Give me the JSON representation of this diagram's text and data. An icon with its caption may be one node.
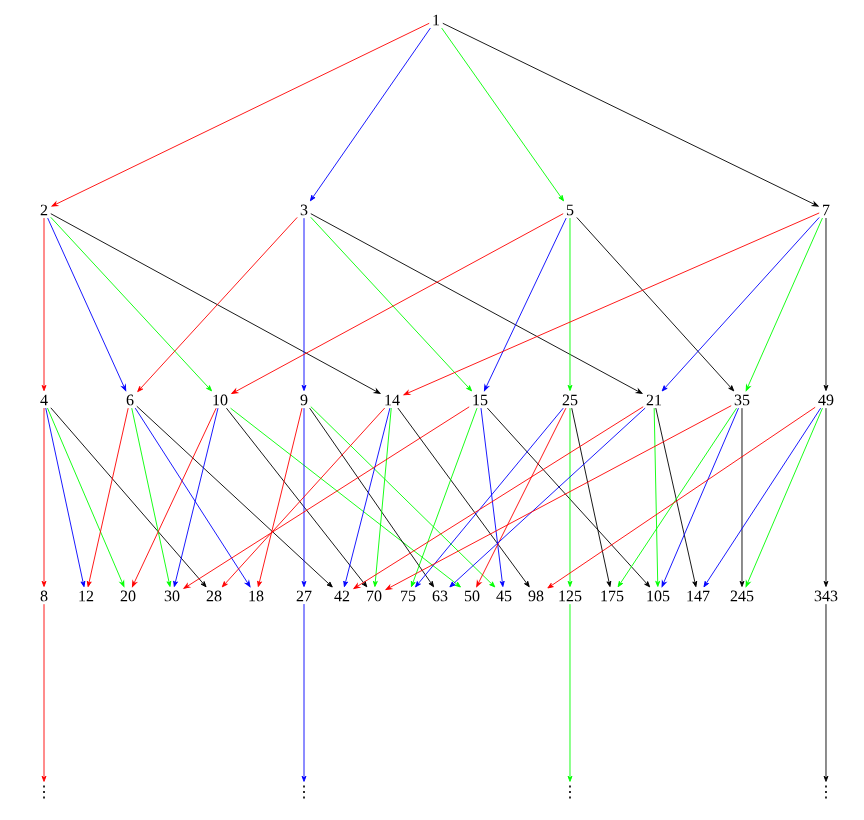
{
  "diagram": {
    "nodes": [
      {
        "text": [
          "1"
        ]
      },
      {
        "text": [
          "2"
        ]
      },
      {
        "text": [
          "3"
        ]
      },
      {
        "text": [
          "5"
        ]
      },
      {
        "text": [
          "7"
        ]
      },
      {
        "text": [
          "4"
        ]
      },
      {
        "text": [
          "6"
        ]
      },
      {
        "text": [
          "10"
        ]
      },
      {
        "text": [
          "9"
        ]
      },
      {
        "text": [
          "14"
        ]
      },
      {
        "text": [
          "15"
        ]
      },
      {
        "text": [
          "25"
        ]
      },
      {
        "text": [
          "21"
        ]
      },
      {
        "text": [
          "35"
        ]
      },
      {
        "text": [
          "49"
        ]
      },
      {
        "text": [
          "8"
        ]
      },
      {
        "text": [
          "12"
        ]
      },
      {
        "text": [
          "20"
        ]
      },
      {
        "text": [
          "30"
        ]
      },
      {
        "text": [
          "28"
        ]
      },
      {
        "text": [
          "18"
        ]
      },
      {
        "text": [
          "27"
        ]
      },
      {
        "text": [
          "42"
        ]
      },
      {
        "text": [
          "70"
        ]
      },
      {
        "text": [
          "75"
        ]
      },
      {
        "text": [
          "63"
        ]
      },
      {
        "text": [
          "50"
        ]
      },
      {
        "text": [
          "45"
        ]
      },
      {
        "text": [
          "98"
        ]
      },
      {
        "text": [
          "125"
        ]
      },
      {
        "text": [
          "175"
        ]
      },
      {
        "text": [
          "105"
        ]
      },
      {
        "text": [
          "147"
        ]
      },
      {
        "text": [
          "245"
        ]
      },
      {
        "text": [
          "343"
        ]
      },
      {
        "text": [
          "⋮"
        ]
      },
      {
        "text": [
          "⋮"
        ]
      },
      {
        "text": [
          "⋮"
        ]
      },
      {
        "text": [
          "⋮"
        ]
      }
    ],
    "edges": [
      {
        "from": 0,
        "to": 1,
        "arrow": "to",
        "color": "#ff0000"
      },
      {
        "from": 0,
        "to": 2,
        "arrow": "to",
        "color": "#0000ff"
      },
      {
        "from": 0,
        "to": 3,
        "arrow": "to",
        "color": "#00ff00"
      },
      {
        "from": 0,
        "to": 4,
        "arrow": "to",
        "color": "#000000"
      },
      {
        "from": 1,
        "to": 5,
        "arrow": "to",
        "color": "#ff0000"
      },
      {
        "from": 1,
        "to": 6,
        "arrow": "to",
        "color": "#0000ff"
      },
      {
        "from": 1,
        "to": 7,
        "arrow": "to",
        "color": "#00ff00"
      },
      {
        "from": 1,
        "to": 9,
        "arrow": "to",
        "color": "#000000"
      },
      {
        "from": 2,
        "to": 6,
        "arrow": "to",
        "color": "#ff0000"
      },
      {
        "from": 2,
        "to": 8,
        "arrow": "to",
        "color": "#0000ff"
      },
      {
        "from": 2,
        "to": 10,
        "arrow": "to",
        "color": "#00ff00"
      },
      {
        "from": 2,
        "to": 12,
        "arrow": "to",
        "color": "#000000"
      },
      {
        "from": 3,
        "to": 7,
        "arrow": "to",
        "color": "#ff0000"
      },
      {
        "from": 3,
        "to": 10,
        "arrow": "to",
        "color": "#0000ff"
      },
      {
        "from": 3,
        "to": 11,
        "arrow": "to",
        "color": "#00ff00"
      },
      {
        "from": 3,
        "to": 13,
        "arrow": "to",
        "color": "#000000"
      },
      {
        "from": 4,
        "to": 9,
        "arrow": "to",
        "color": "#ff0000"
      },
      {
        "from": 4,
        "to": 12,
        "arrow": "to",
        "color": "#0000ff"
      },
      {
        "from": 4,
        "to": 13,
        "arrow": "to",
        "color": "#00ff00"
      },
      {
        "from": 4,
        "to": 14,
        "arrow": "to",
        "color": "#000000"
      },
      {
        "from": 5,
        "to": 15,
        "arrow": "to",
        "color": "#ff0000"
      },
      {
        "from": 5,
        "to": 16,
        "arrow": "to",
        "color": "#0000ff"
      },
      {
        "from": 5,
        "to": 17,
        "arrow": "to",
        "color": "#00ff00"
      },
      {
        "from": 5,
        "to": 19,
        "arrow": "to",
        "color": "#000000"
      },
      {
        "from": 6,
        "to": 16,
        "arrow": "to",
        "color": "#ff0000"
      },
      {
        "from": 6,
        "to": 20,
        "arrow": "to",
        "color": "#0000ff"
      },
      {
        "from": 6,
        "to": 18,
        "arrow": "to",
        "color": "#00ff00"
      },
      {
        "from": 6,
        "to": 22,
        "arrow": "to",
        "color": "#000000"
      },
      {
        "from": 7,
        "to": 17,
        "arrow": "to",
        "color": "#ff0000"
      },
      {
        "from": 7,
        "to": 18,
        "arrow": "to",
        "color": "#0000ff"
      },
      {
        "from": 7,
        "to": 26,
        "arrow": "to",
        "color": "#00ff00"
      },
      {
        "from": 7,
        "to": 23,
        "arrow": "to",
        "color": "#000000"
      },
      {
        "from": 8,
        "to": 20,
        "arrow": "to",
        "color": "#ff0000"
      },
      {
        "from": 8,
        "to": 21,
        "arrow": "to",
        "color": "#0000ff"
      },
      {
        "from": 8,
        "to": 27,
        "arrow": "to",
        "color": "#00ff00"
      },
      {
        "from": 8,
        "to": 25,
        "arrow": "to",
        "color": "#000000"
      },
      {
        "from": 9,
        "to": 19,
        "arrow": "to",
        "color": "#ff0000"
      },
      {
        "from": 9,
        "to": 22,
        "arrow": "to",
        "color": "#0000ff"
      },
      {
        "from": 9,
        "to": 23,
        "arrow": "to",
        "color": "#00ff00"
      },
      {
        "from": 9,
        "to": 28,
        "arrow": "to",
        "color": "#000000"
      },
      {
        "from": 10,
        "to": 18,
        "arrow": "to",
        "color": "#ff0000"
      },
      {
        "from": 10,
        "to": 27,
        "arrow": "to",
        "color": "#0000ff"
      },
      {
        "from": 10,
        "to": 24,
        "arrow": "to",
        "color": "#00ff00"
      },
      {
        "from": 10,
        "to": 31,
        "arrow": "to",
        "color": "#000000"
      },
      {
        "from": 11,
        "to": 26,
        "arrow": "to",
        "color": "#ff0000"
      },
      {
        "from": 11,
        "to": 24,
        "arrow": "to",
        "color": "#0000ff"
      },
      {
        "from": 11,
        "to": 29,
        "arrow": "to",
        "color": "#00ff00"
      },
      {
        "from": 11,
        "to": 30,
        "arrow": "to",
        "color": "#000000"
      },
      {
        "from": 12,
        "to": 22,
        "arrow": "to",
        "color": "#ff0000"
      },
      {
        "from": 12,
        "to": 25,
        "arrow": "to",
        "color": "#0000ff"
      },
      {
        "from": 12,
        "to": 31,
        "arrow": "to",
        "color": "#00ff00"
      },
      {
        "from": 12,
        "to": 32,
        "arrow": "to",
        "color": "#000000"
      },
      {
        "from": 13,
        "to": 23,
        "arrow": "to",
        "color": "#ff0000"
      },
      {
        "from": 13,
        "to": 31,
        "arrow": "to",
        "color": "#0000ff"
      },
      {
        "from": 13,
        "to": 30,
        "arrow": "to",
        "color": "#00ff00"
      },
      {
        "from": 13,
        "to": 33,
        "arrow": "to",
        "color": "#000000"
      },
      {
        "from": 14,
        "to": 28,
        "arrow": "to",
        "color": "#ff0000"
      },
      {
        "from": 14,
        "to": 32,
        "arrow": "to",
        "color": "#0000ff"
      },
      {
        "from": 14,
        "to": 33,
        "arrow": "to",
        "color": "#00ff00"
      },
      {
        "from": 14,
        "to": 34,
        "arrow": "to",
        "color": "#000000"
      },
      {
        "from": 15,
        "to": 35,
        "arrow": "to",
        "color": "#ff0000"
      },
      {
        "from": 21,
        "to": 36,
        "arrow": "to",
        "color": "#0000ff"
      },
      {
        "from": 29,
        "to": 37,
        "arrow": "to",
        "color": "#00ff00"
      },
      {
        "from": 34,
        "to": 38,
        "arrow": "to",
        "color": "#000000"
      }
    ]
  }
}
